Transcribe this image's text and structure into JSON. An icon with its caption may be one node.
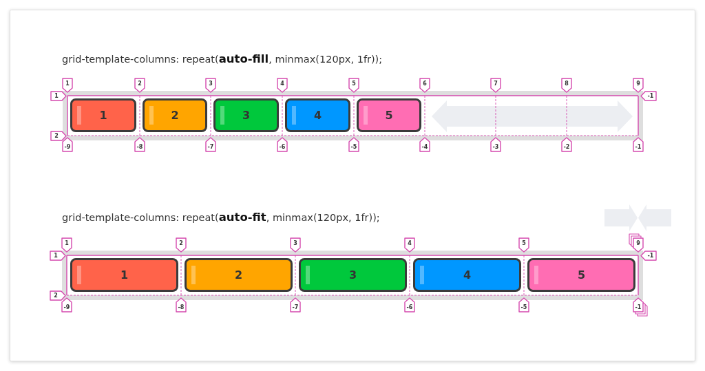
{
  "diagram": {
    "nodes": [
      {
        "text": [],
        "shape": "box"
      },
      {
        "text": [
          "1"
        ],
        "in": 0
      },
      {
        "text": [
          "2"
        ],
        "in": 0
      },
      {
        "text": [
          "3"
        ],
        "in": 0
      },
      {
        "text": [
          "4"
        ],
        "in": 0
      },
      {
        "text": [
          "5"
        ],
        "in": 0
      },
      {
        "text": [],
        "shape": "box"
      },
      {
        "text": [
          "1"
        ],
        "in": 6
      },
      {
        "text": [
          "2"
        ],
        "in": 6
      },
      {
        "text": [
          "3"
        ],
        "in": 6
      },
      {
        "text": [
          "4"
        ],
        "in": 6
      },
      {
        "text": [
          "5"
        ],
        "in": 6
      }
    ],
    "labels": [
      "grid-template-columns: repeat(**auto-fill**, minmax(120px, 1fr));",
      "1",
      "2",
      "3",
      "4",
      "5",
      "6",
      "7",
      "8",
      "9",
      "1",
      "-1",
      "2",
      "-9",
      "-8",
      "-7",
      "-6",
      "-5",
      "-4",
      "-3",
      "-2",
      "-1",
      "grid-template-columns: repeat(**auto-fit**, minmax(120px, 1fr));",
      "1",
      "2",
      "3",
      "4",
      "5",
      "9",
      "1",
      "-1",
      "2",
      "-9",
      "-8",
      "-7",
      "-6",
      "-5",
      "-1"
    ]
  }
}
